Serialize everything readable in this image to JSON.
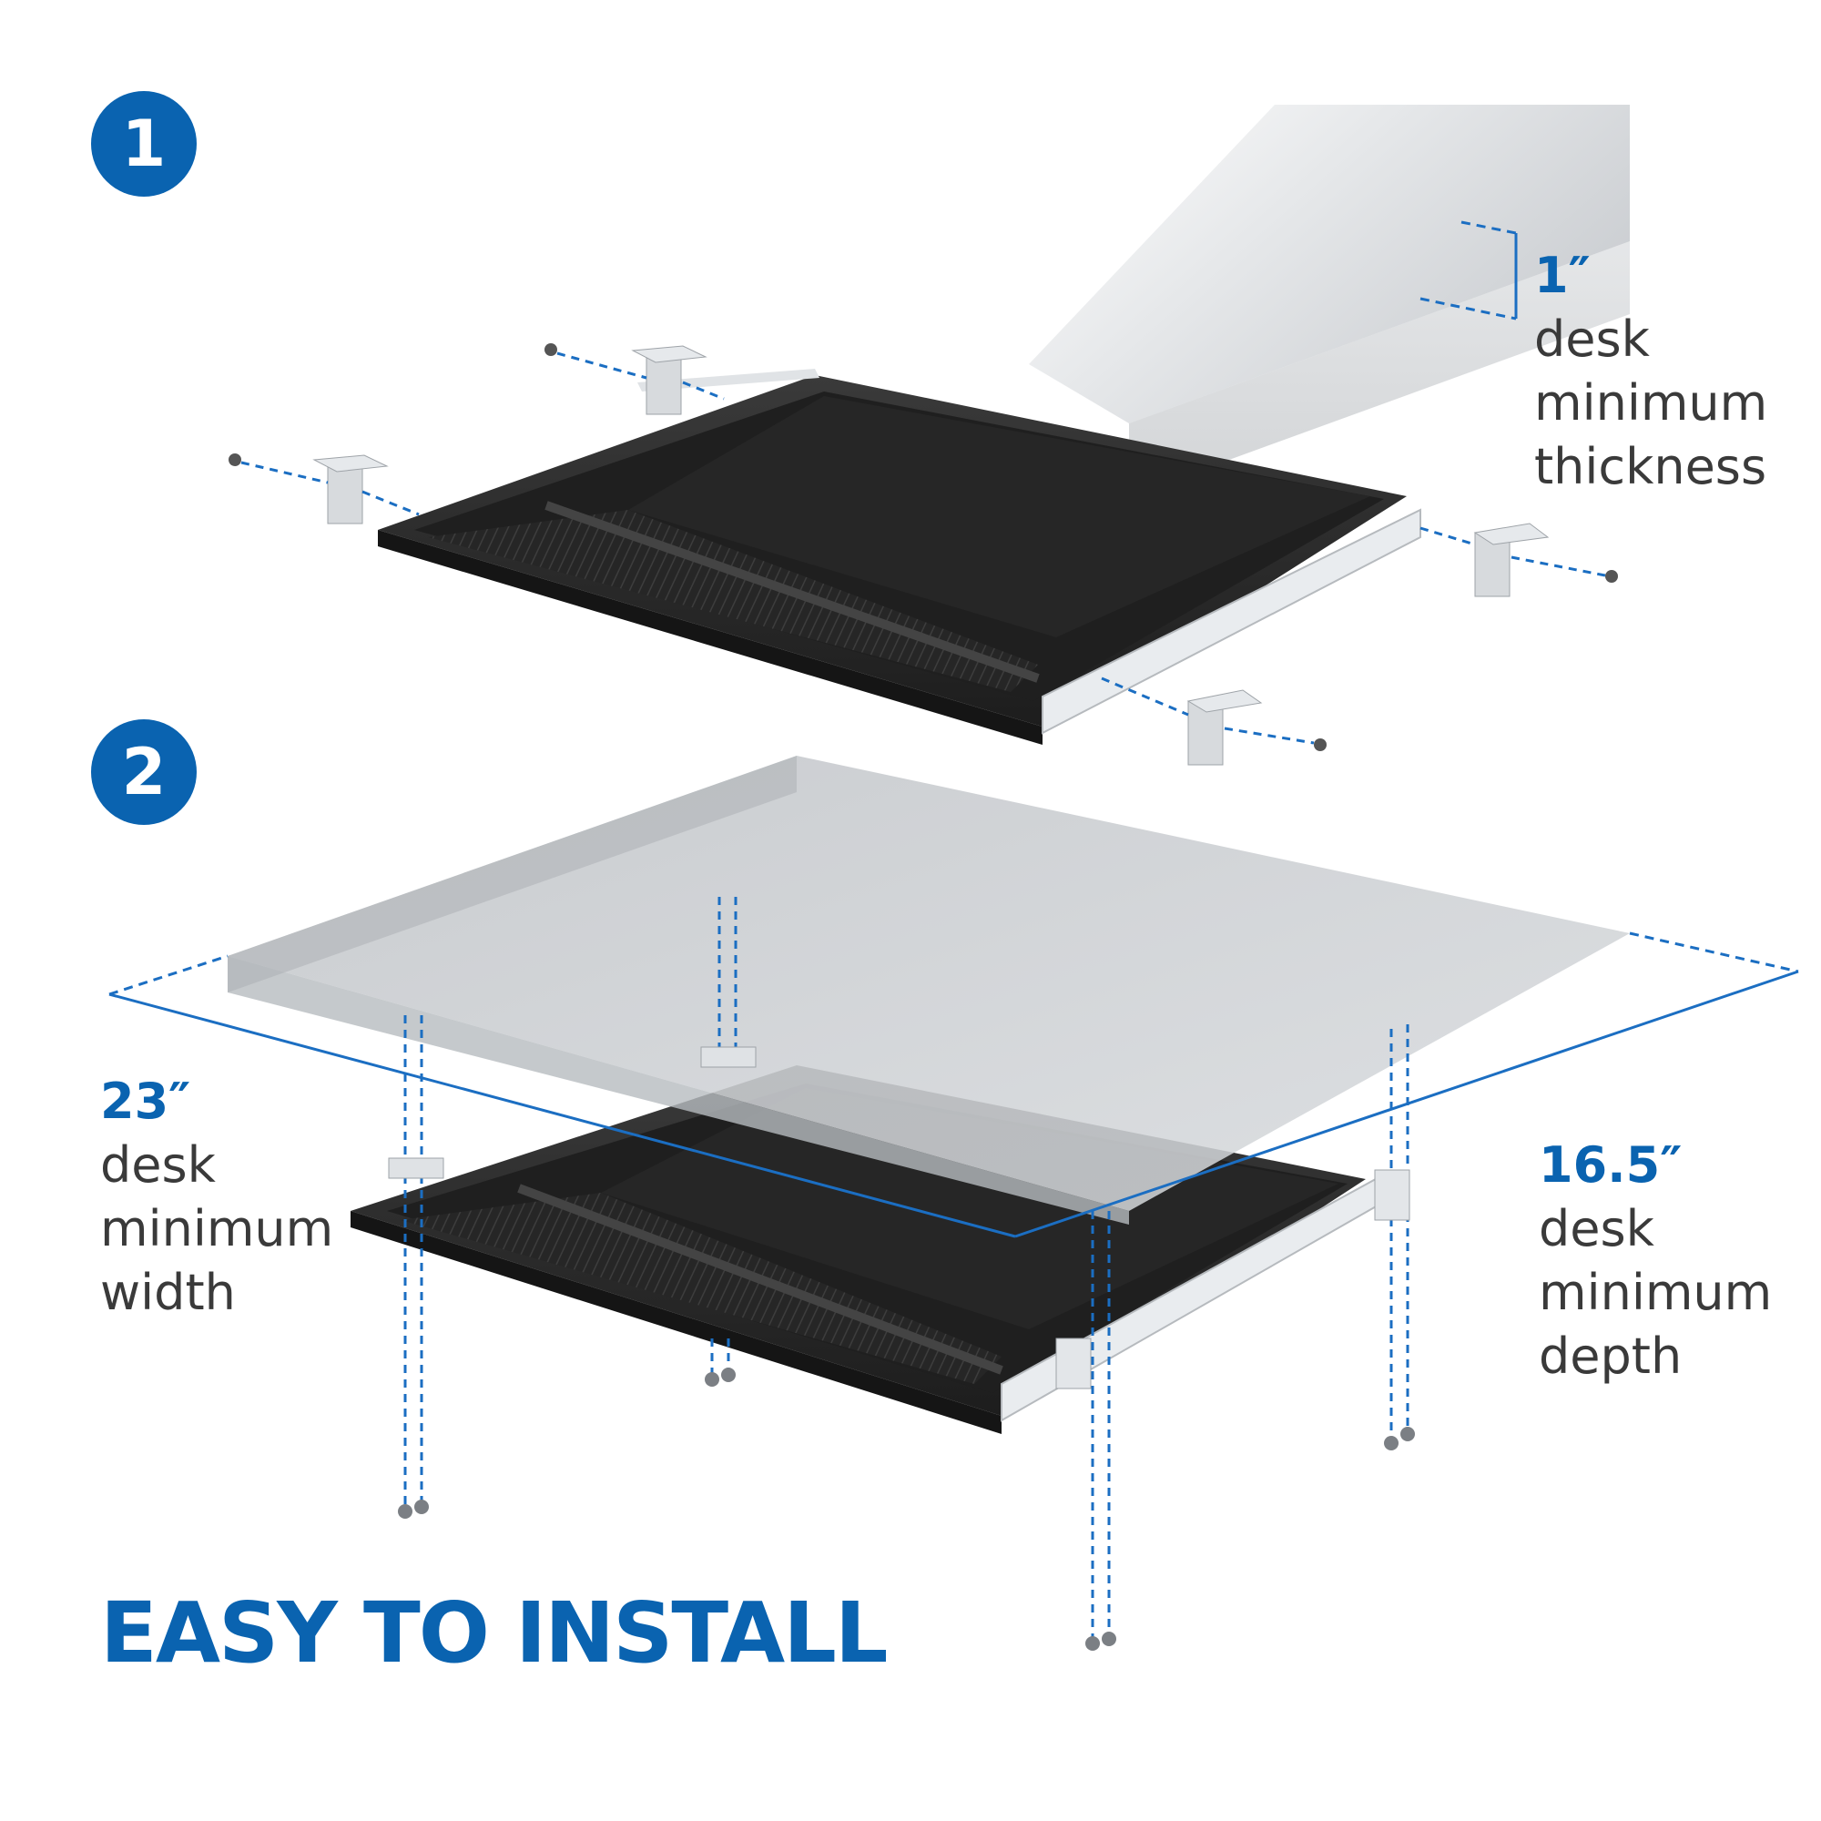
{
  "colors": {
    "accent": "#0a63b0",
    "dim_line": "#1b6ec2",
    "text": "#3a3a3a",
    "tray": "#2b2b2b"
  },
  "steps": [
    {
      "number": "1"
    },
    {
      "number": "2"
    }
  ],
  "dimensions": {
    "thickness": {
      "value": "1″",
      "lines": [
        "desk",
        "minimum",
        "thickness"
      ]
    },
    "width": {
      "value": "23″",
      "lines": [
        "desk",
        "minimum",
        "width"
      ]
    },
    "depth": {
      "value": "16.5″",
      "lines": [
        "desk",
        "minimum",
        "depth"
      ]
    }
  },
  "headline": "EASY TO INSTALL"
}
